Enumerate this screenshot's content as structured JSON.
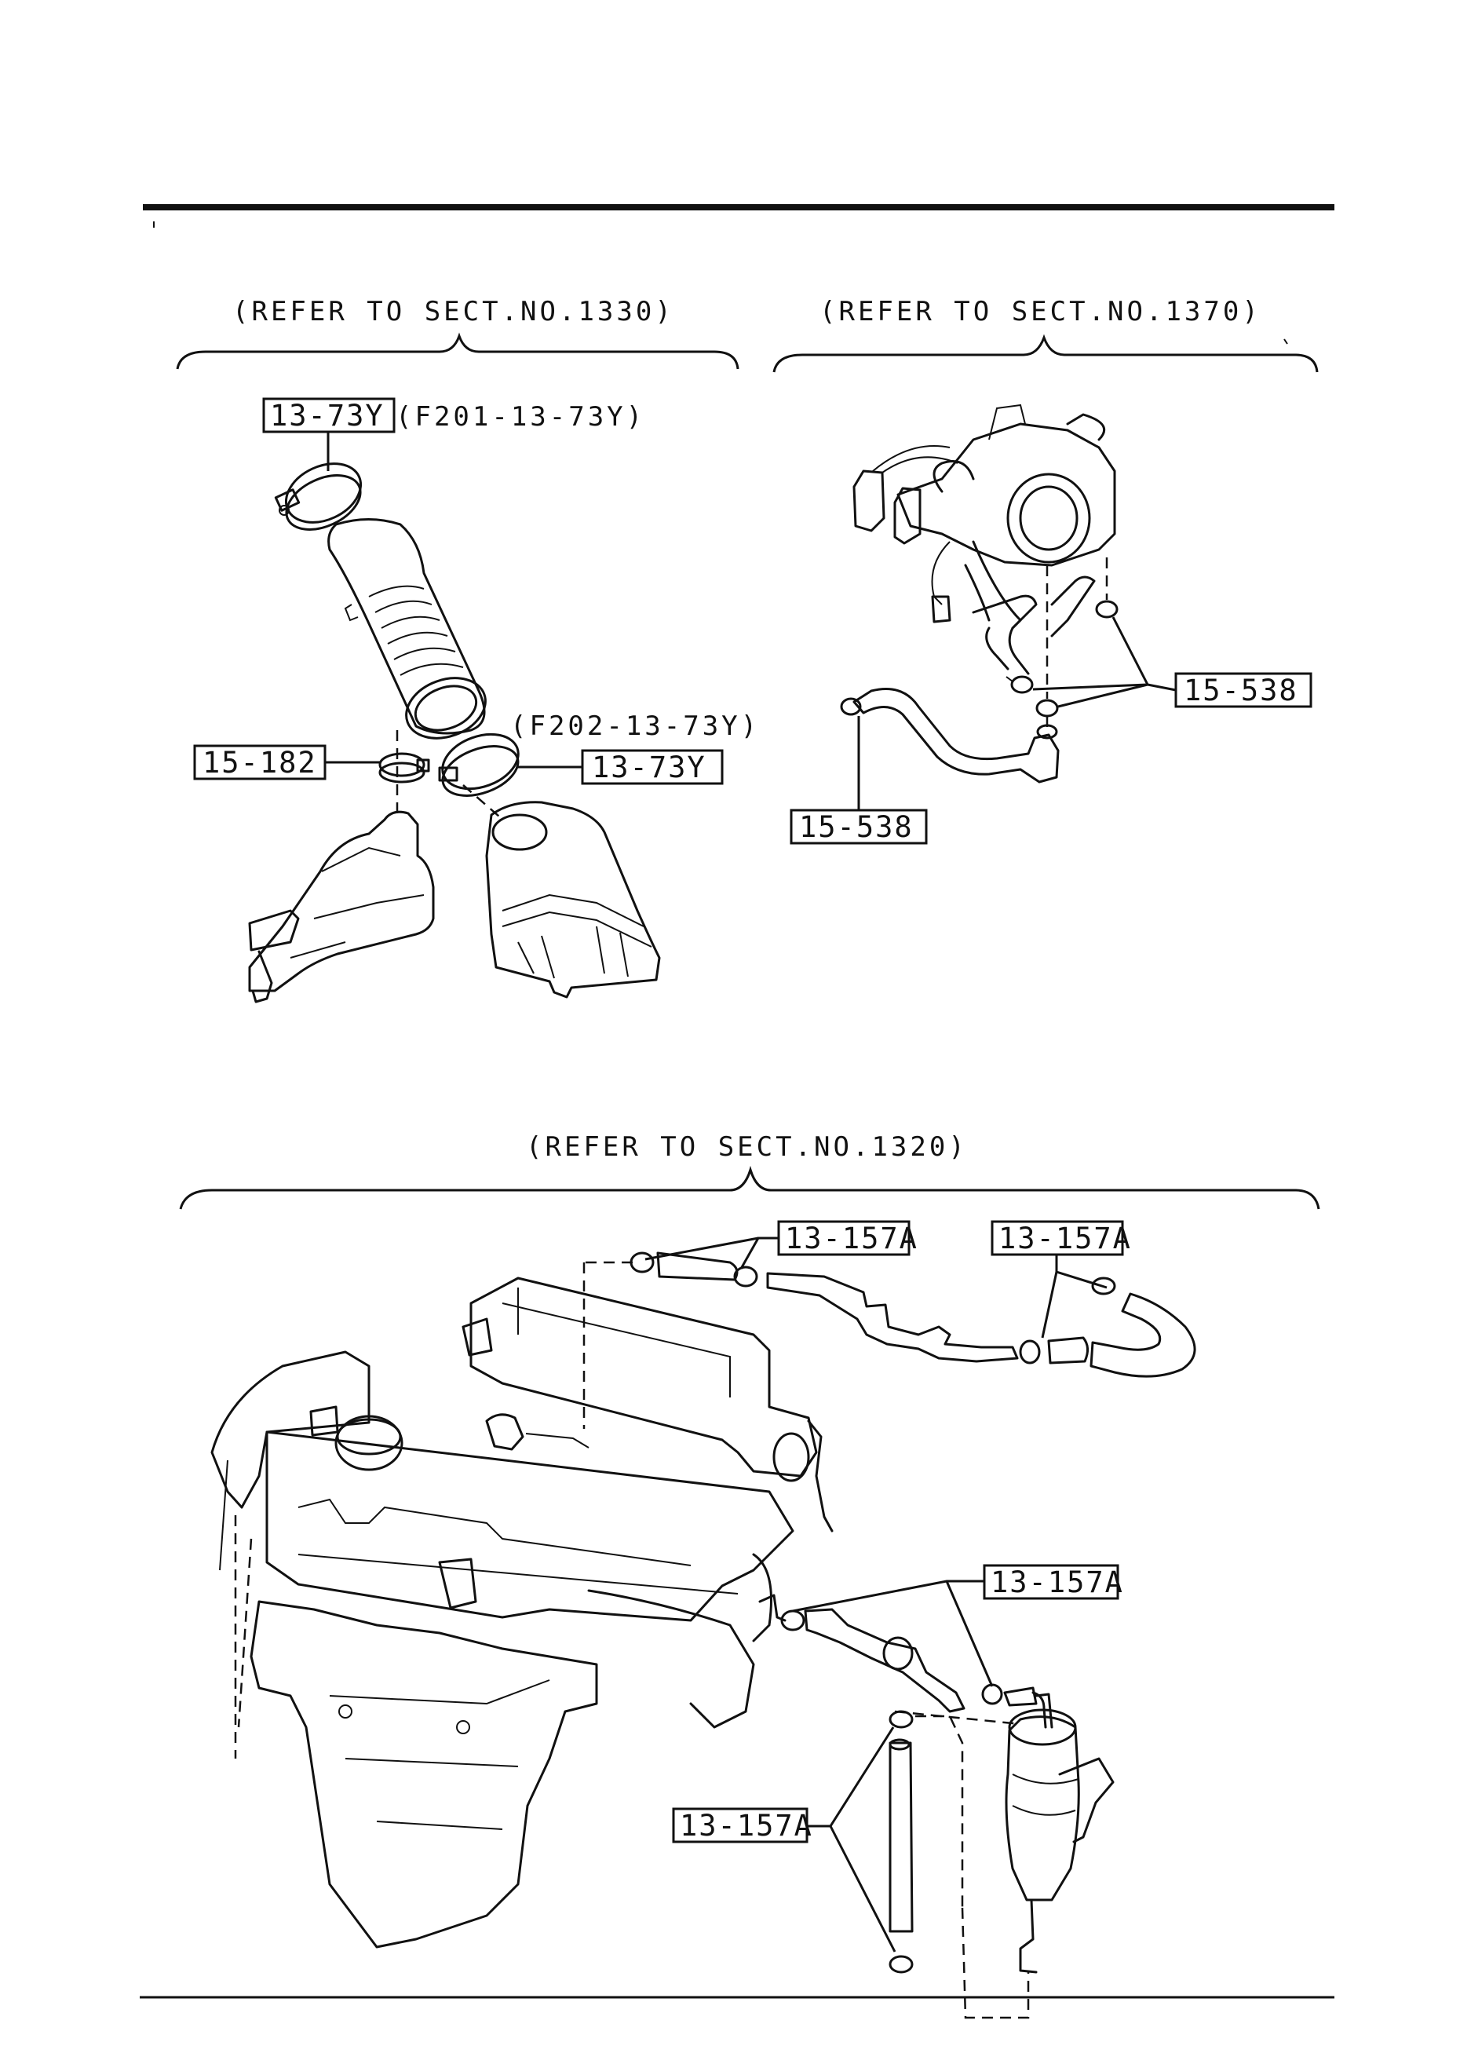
{
  "refs": {
    "sect_1330": "(REFER TO SECT.NO.1330)",
    "sect_1370": "(REFER TO SECT.NO.1370)",
    "sect_1320": "(REFER TO SECT.NO.1320)"
  },
  "parts": {
    "clamp_top": "13-73Y",
    "clamp_top_alt": "(F201-13-73Y)",
    "clamp_mid": "13-73Y",
    "clamp_mid_alt": "(F202-13-73Y)",
    "clamp_small": "15-182",
    "hose_clip_right": "15-538",
    "hose_clip_left": "15-538",
    "clip_a": "13-157A",
    "clip_b": "13-157A",
    "clip_c": "13-157A",
    "clip_d": "13-157A"
  }
}
